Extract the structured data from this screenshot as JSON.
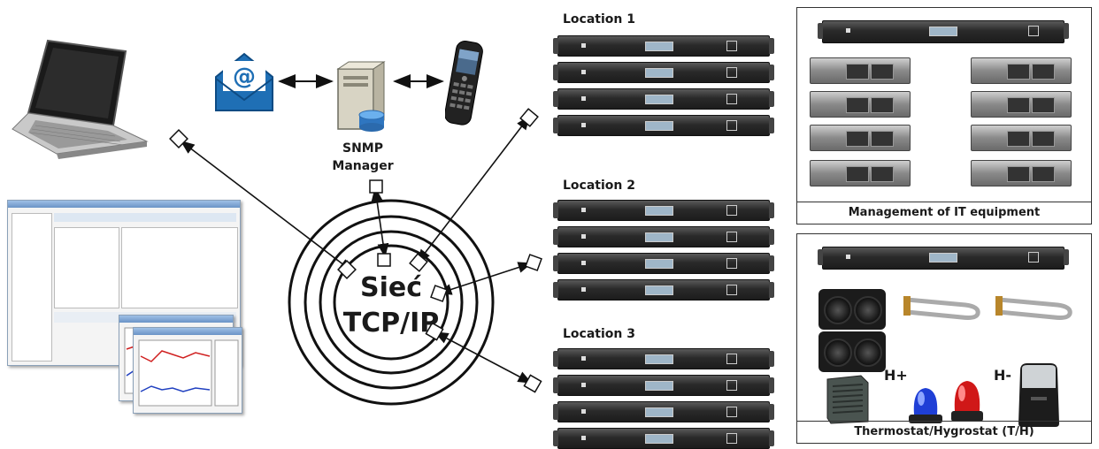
{
  "snmp": {
    "line1": "SNMP",
    "line2": "Manager"
  },
  "center": {
    "line1": "Sieć",
    "line2": "TCP/IP"
  },
  "locations": [
    "Location 1",
    "Location 2",
    "Location 3"
  ],
  "panels": {
    "it": "Management of IT equipment",
    "thermo": "Thermostat/Hygrostat (T/H)"
  },
  "hygro_labels": {
    "plus": "H+",
    "minus": "H-"
  },
  "colors": {
    "arrow": "#111111",
    "envelope": "#1f6fb5",
    "siren_blue": "#1f3fd6",
    "siren_red": "#d01818"
  }
}
